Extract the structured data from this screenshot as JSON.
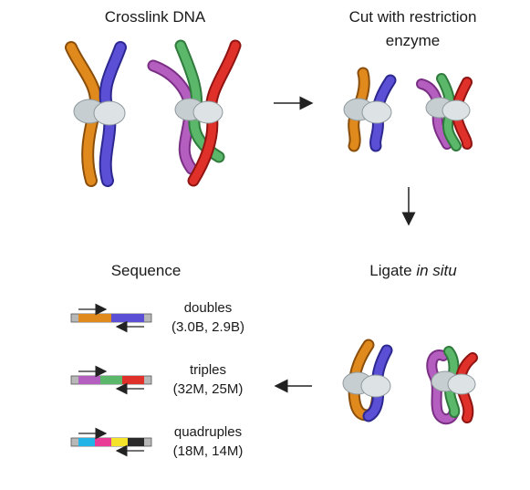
{
  "steps": {
    "crosslink": "Crosslink DNA",
    "cut_line1": "Cut with restriction",
    "cut_line2": "enzyme",
    "ligate_prefix": "Ligate ",
    "ligate_italic": "in situ",
    "sequence": "Sequence"
  },
  "reads": [
    {
      "label": "doubles",
      "counts": "(3.0B, 2.9B)",
      "segment_colors": [
        "#e08a1e",
        "#5b4fd6"
      ]
    },
    {
      "label": "triples",
      "counts": "(32M, 25M)",
      "segment_colors": [
        "#b45fc0",
        "#5bb86a",
        "#e0302a"
      ]
    },
    {
      "label": "quadruples",
      "counts": "(18M, 14M)",
      "segment_colors": [
        "#22b4e6",
        "#e83c96",
        "#f5e22a",
        "#2a2a2a"
      ]
    }
  ],
  "colors": {
    "orange": "#e08a1e",
    "blue": "#5b4fd6",
    "purple": "#b45fc0",
    "green": "#5bb86a",
    "red": "#e0302a",
    "protein": "#cfd6d8"
  }
}
